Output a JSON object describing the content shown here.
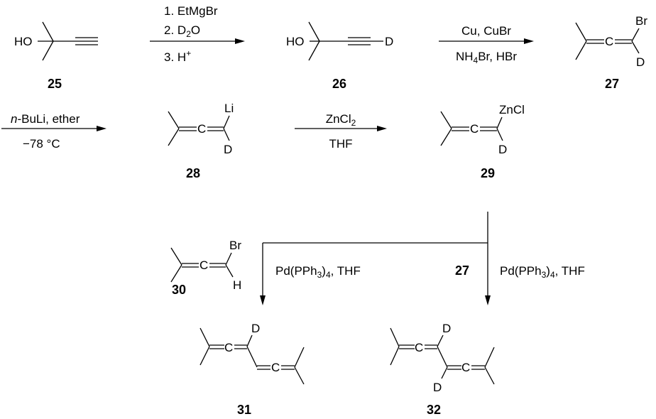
{
  "compounds": {
    "c25": {
      "label": "25",
      "ho": "HO"
    },
    "c26": {
      "label": "26",
      "ho": "HO",
      "d": "D"
    },
    "c27": {
      "label": "27",
      "c": "C",
      "br": "Br",
      "d": "D"
    },
    "c28": {
      "label": "28",
      "c": "C",
      "li": "Li",
      "d": "D"
    },
    "c29": {
      "label": "29",
      "c": "C",
      "zncl": "ZnCl",
      "d": "D"
    },
    "c30": {
      "label": "30",
      "c": "C",
      "br": "Br",
      "h": "H"
    },
    "c31": {
      "label": "31",
      "c": "C",
      "d": "D"
    },
    "c32": {
      "label": "32",
      "c": "C",
      "d": "D"
    }
  },
  "reactions": {
    "r1": {
      "step1": "1. EtMgBr",
      "step2a": "2. D",
      "step2sub": "2",
      "step2b": "O",
      "step3": "3. H",
      "step3sup": "+"
    },
    "r2": {
      "above": "Cu, CuBr",
      "belowA": "NH",
      "belowSub": "4",
      "belowB": "Br, HBr"
    },
    "r3": {
      "aboveItalic": "n",
      "aboveRest": "-BuLi, ether",
      "below": "−78 °C"
    },
    "r4": {
      "aboveA": "ZnCl",
      "aboveSub": "2",
      "below": "THF"
    },
    "r5": {
      "condA": "Pd(PPh",
      "condSub": "3",
      "condB": ")",
      "condSub2": "4",
      "condC": ", THF"
    },
    "r6": {
      "reagent": "27",
      "condA": "Pd(PPh",
      "condSub": "3",
      "condB": ")",
      "condSub2": "4",
      "condC": ", THF"
    }
  }
}
